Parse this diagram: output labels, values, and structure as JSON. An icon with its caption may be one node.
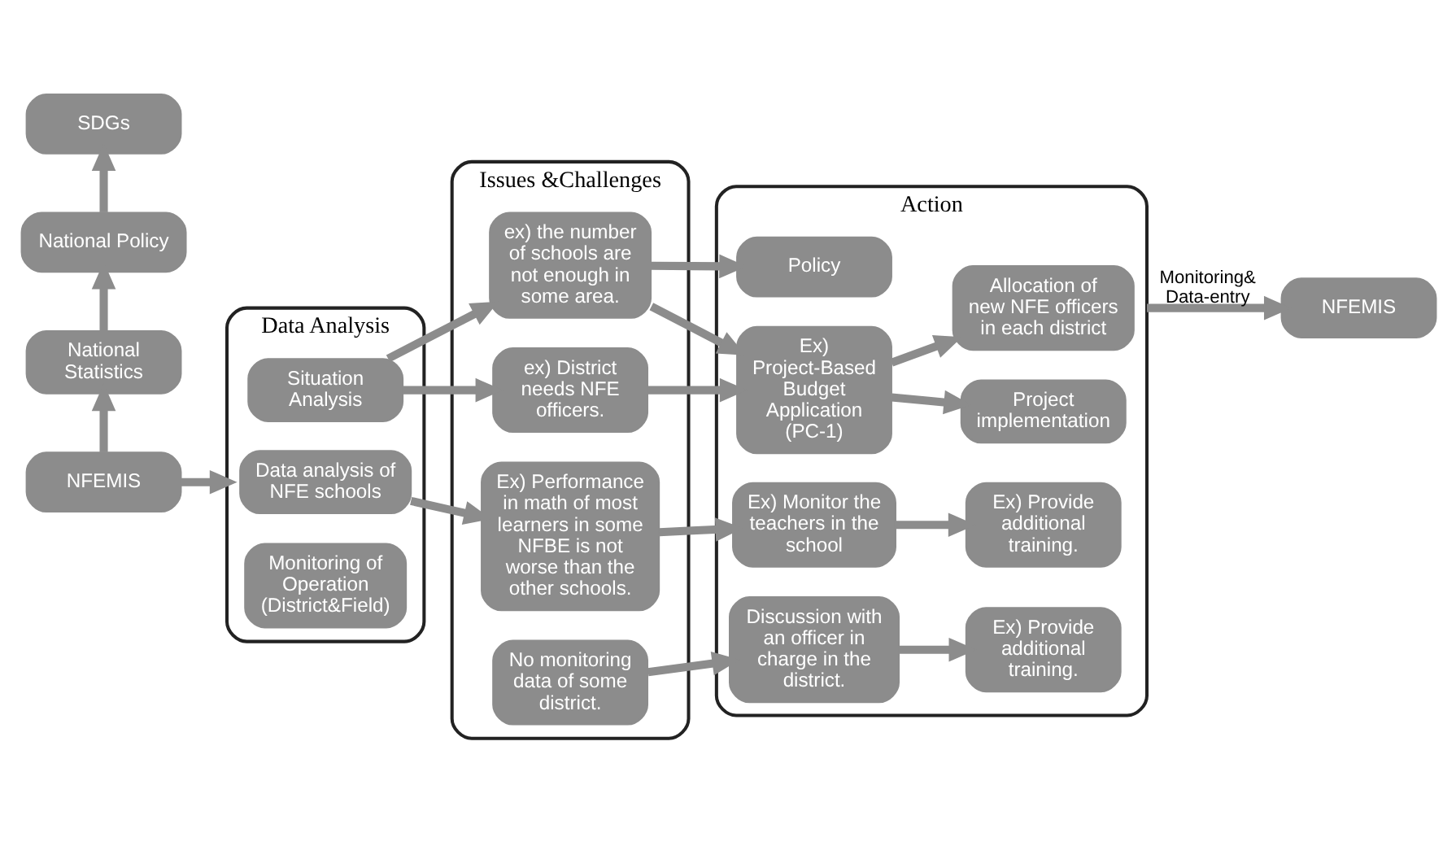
{
  "diagram": {
    "nodes": [
      {
        "text": [
          "SDGs"
        ]
      },
      {
        "text": [
          "National Policy"
        ]
      },
      {
        "text": [
          "National Statistics"
        ]
      },
      {
        "text": [
          "NFEMIS"
        ]
      },
      {
        "text": [
          "Data Analysis"
        ]
      },
      {
        "text": [
          "Situation Analysis"
        ],
        "in": 4
      },
      {
        "text": [
          "Data analysis of NFE schools"
        ],
        "in": 4
      },
      {
        "text": [
          "Monitoring of Operation (District&Field)"
        ],
        "in": 4
      },
      {
        "text": [
          "Issues &Challenges"
        ]
      },
      {
        "text": [
          "ex) the number of schools are not enough in some area."
        ],
        "in": 8
      },
      {
        "text": [
          "ex) District needs NFE officers."
        ],
        "in": 8
      },
      {
        "text": [
          "Ex) Performance in math of most learners in some NFBE is not worse than the other schools."
        ],
        "in": 8
      },
      {
        "text": [
          "No monitoring data of some district."
        ],
        "in": 8
      },
      {
        "text": [
          "Action"
        ]
      },
      {
        "text": [
          "Policy"
        ],
        "in": 13
      },
      {
        "text": [
          "Ex) Project-Based Budget Application (PC-1)"
        ],
        "in": 13
      },
      {
        "text": [
          "Project implementation"
        ],
        "in": 13
      },
      {
        "text": [
          "Allocation of new NFE officers in each district"
        ],
        "in": 13
      },
      {
        "text": [
          "Ex) Monitor the teachers in the school"
        ],
        "in": 13
      },
      {
        "text": [
          "Ex) Provide additional training."
        ],
        "in": 13
      },
      {
        "text": [
          "Discussion with an officer in charge in the district."
        ],
        "in": 13
      },
      {
        "text": [
          "Ex) Provide additional training."
        ],
        "in": 13
      },
      {
        "text": [
          "NFEMIS"
        ]
      }
    ],
    "edges": [
      {
        "from": 3,
        "to": 2,
        "arrow": "to"
      },
      {
        "from": 2,
        "to": 1,
        "arrow": "to"
      },
      {
        "from": 1,
        "to": 0,
        "arrow": "to"
      },
      {
        "from": 3,
        "to": 4,
        "arrow": "to"
      },
      {
        "from": 5,
        "to": 9,
        "arrow": "to"
      },
      {
        "from": 5,
        "to": 10,
        "arrow": "to"
      },
      {
        "from": 6,
        "to": 11,
        "arrow": "to"
      },
      {
        "from": 9,
        "to": 14,
        "arrow": "to"
      },
      {
        "from": 9,
        "to": 15,
        "arrow": "to"
      },
      {
        "from": 10,
        "to": 15,
        "arrow": "to"
      },
      {
        "from": 11,
        "to": 18,
        "arrow": "to"
      },
      {
        "from": 12,
        "to": 20,
        "arrow": "to"
      },
      {
        "from": 15,
        "to": 16,
        "arrow": "to"
      },
      {
        "from": 15,
        "to": 17,
        "arrow": "to"
      },
      {
        "from": 18,
        "to": 19,
        "arrow": "to"
      },
      {
        "from": 20,
        "to": 21,
        "arrow": "to"
      },
      {
        "from": 13,
        "to": 22,
        "arrow": "to",
        "label": "Monitoring& Data-entry"
      }
    ]
  }
}
